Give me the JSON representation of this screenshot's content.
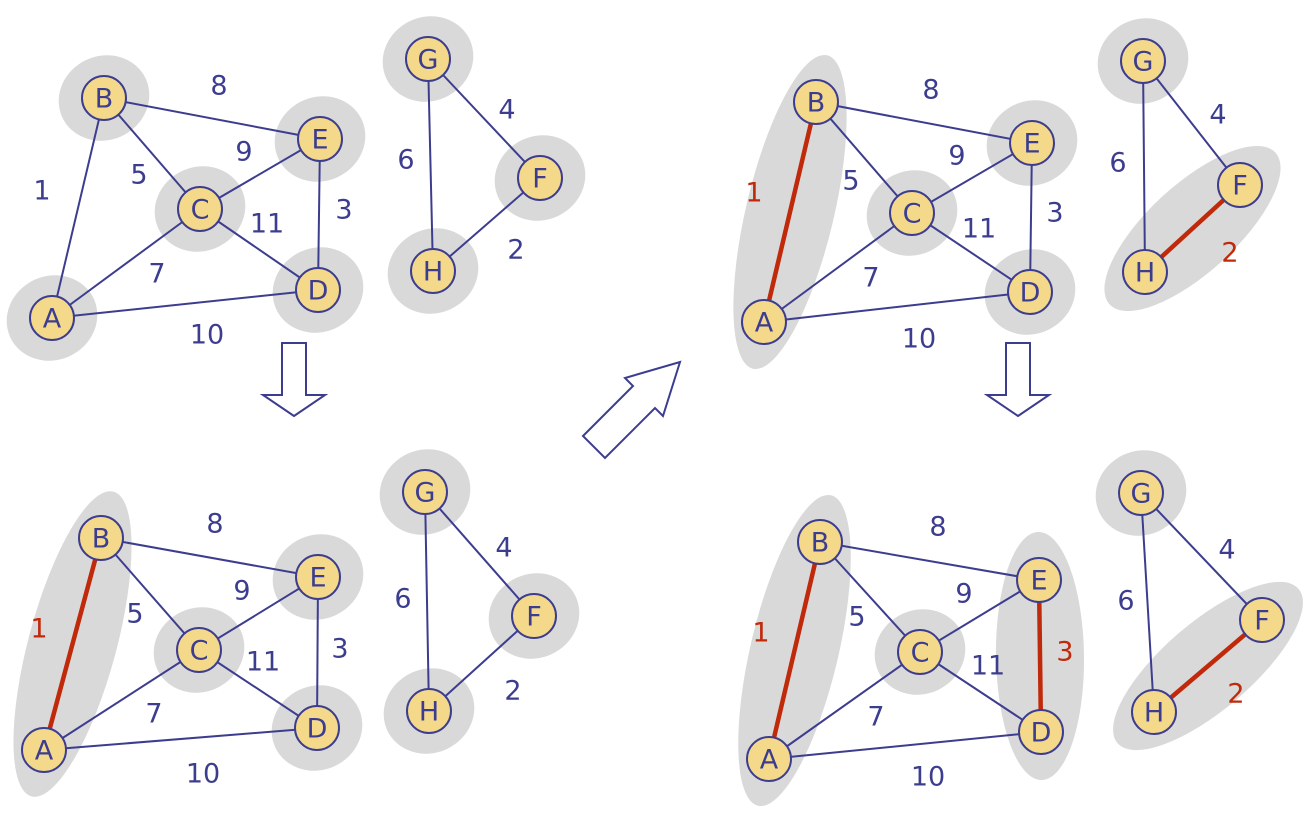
{
  "colors": {
    "node_fill": "#f4d98a",
    "node_stroke": "#3d3d8f",
    "edge": "#3d3d8f",
    "selected_edge": "#c0290a",
    "cluster": "#d9d9d9"
  },
  "panels": [
    {
      "id": "step1",
      "nodes": [
        {
          "id": "A",
          "label": "A"
        },
        {
          "id": "B",
          "label": "B"
        },
        {
          "id": "C",
          "label": "C"
        },
        {
          "id": "D",
          "label": "D"
        },
        {
          "id": "E",
          "label": "E"
        },
        {
          "id": "F",
          "label": "F"
        },
        {
          "id": "G",
          "label": "G"
        },
        {
          "id": "H",
          "label": "H"
        }
      ],
      "edges": [
        {
          "from": "A",
          "to": "B",
          "weight": "1",
          "selected": false
        },
        {
          "from": "B",
          "to": "E",
          "weight": "8",
          "selected": false
        },
        {
          "from": "B",
          "to": "C",
          "weight": "5",
          "selected": false
        },
        {
          "from": "C",
          "to": "E",
          "weight": "9",
          "selected": false
        },
        {
          "from": "E",
          "to": "D",
          "weight": "3",
          "selected": false
        },
        {
          "from": "C",
          "to": "D",
          "weight": "11",
          "selected": false
        },
        {
          "from": "A",
          "to": "C",
          "weight": "7",
          "selected": false
        },
        {
          "from": "A",
          "to": "D",
          "weight": "10",
          "selected": false
        },
        {
          "from": "G",
          "to": "F",
          "weight": "4",
          "selected": false
        },
        {
          "from": "G",
          "to": "H",
          "weight": "6",
          "selected": false
        },
        {
          "from": "F",
          "to": "H",
          "weight": "2",
          "selected": false
        }
      ],
      "clusters": [
        [
          "A"
        ],
        [
          "B"
        ],
        [
          "C"
        ],
        [
          "D"
        ],
        [
          "E"
        ],
        [
          "F"
        ],
        [
          "G"
        ],
        [
          "H"
        ]
      ]
    },
    {
      "id": "step2",
      "nodes": [
        {
          "id": "A",
          "label": "A"
        },
        {
          "id": "B",
          "label": "B"
        },
        {
          "id": "C",
          "label": "C"
        },
        {
          "id": "D",
          "label": "D"
        },
        {
          "id": "E",
          "label": "E"
        },
        {
          "id": "F",
          "label": "F"
        },
        {
          "id": "G",
          "label": "G"
        },
        {
          "id": "H",
          "label": "H"
        }
      ],
      "edges": [
        {
          "from": "A",
          "to": "B",
          "weight": "1",
          "selected": true
        },
        {
          "from": "B",
          "to": "E",
          "weight": "8",
          "selected": false
        },
        {
          "from": "B",
          "to": "C",
          "weight": "5",
          "selected": false
        },
        {
          "from": "C",
          "to": "E",
          "weight": "9",
          "selected": false
        },
        {
          "from": "E",
          "to": "D",
          "weight": "3",
          "selected": false
        },
        {
          "from": "C",
          "to": "D",
          "weight": "11",
          "selected": false
        },
        {
          "from": "A",
          "to": "C",
          "weight": "7",
          "selected": false
        },
        {
          "from": "A",
          "to": "D",
          "weight": "10",
          "selected": false
        },
        {
          "from": "G",
          "to": "F",
          "weight": "4",
          "selected": false
        },
        {
          "from": "G",
          "to": "H",
          "weight": "6",
          "selected": false
        },
        {
          "from": "F",
          "to": "H",
          "weight": "2",
          "selected": false
        }
      ],
      "clusters": [
        [
          "A",
          "B"
        ],
        [
          "C"
        ],
        [
          "D"
        ],
        [
          "E"
        ],
        [
          "F"
        ],
        [
          "G"
        ],
        [
          "H"
        ]
      ]
    },
    {
      "id": "step3",
      "nodes": [
        {
          "id": "A",
          "label": "A"
        },
        {
          "id": "B",
          "label": "B"
        },
        {
          "id": "C",
          "label": "C"
        },
        {
          "id": "D",
          "label": "D"
        },
        {
          "id": "E",
          "label": "E"
        },
        {
          "id": "F",
          "label": "F"
        },
        {
          "id": "G",
          "label": "G"
        },
        {
          "id": "H",
          "label": "H"
        }
      ],
      "edges": [
        {
          "from": "A",
          "to": "B",
          "weight": "1",
          "selected": true
        },
        {
          "from": "B",
          "to": "E",
          "weight": "8",
          "selected": false
        },
        {
          "from": "B",
          "to": "C",
          "weight": "5",
          "selected": false
        },
        {
          "from": "C",
          "to": "E",
          "weight": "9",
          "selected": false
        },
        {
          "from": "E",
          "to": "D",
          "weight": "3",
          "selected": false
        },
        {
          "from": "C",
          "to": "D",
          "weight": "11",
          "selected": false
        },
        {
          "from": "A",
          "to": "C",
          "weight": "7",
          "selected": false
        },
        {
          "from": "A",
          "to": "D",
          "weight": "10",
          "selected": false
        },
        {
          "from": "G",
          "to": "F",
          "weight": "4",
          "selected": false
        },
        {
          "from": "G",
          "to": "H",
          "weight": "6",
          "selected": false
        },
        {
          "from": "F",
          "to": "H",
          "weight": "2",
          "selected": true
        }
      ],
      "clusters": [
        [
          "A",
          "B"
        ],
        [
          "C"
        ],
        [
          "D"
        ],
        [
          "E"
        ],
        [
          "F",
          "H"
        ],
        [
          "G"
        ]
      ]
    },
    {
      "id": "step4",
      "nodes": [
        {
          "id": "A",
          "label": "A"
        },
        {
          "id": "B",
          "label": "B"
        },
        {
          "id": "C",
          "label": "C"
        },
        {
          "id": "D",
          "label": "D"
        },
        {
          "id": "E",
          "label": "E"
        },
        {
          "id": "F",
          "label": "F"
        },
        {
          "id": "G",
          "label": "G"
        },
        {
          "id": "H",
          "label": "H"
        }
      ],
      "edges": [
        {
          "from": "A",
          "to": "B",
          "weight": "1",
          "selected": true
        },
        {
          "from": "B",
          "to": "E",
          "weight": "8",
          "selected": false
        },
        {
          "from": "B",
          "to": "C",
          "weight": "5",
          "selected": false
        },
        {
          "from": "C",
          "to": "E",
          "weight": "9",
          "selected": false
        },
        {
          "from": "E",
          "to": "D",
          "weight": "3",
          "selected": true
        },
        {
          "from": "C",
          "to": "D",
          "weight": "11",
          "selected": false
        },
        {
          "from": "A",
          "to": "C",
          "weight": "7",
          "selected": false
        },
        {
          "from": "A",
          "to": "D",
          "weight": "10",
          "selected": false
        },
        {
          "from": "G",
          "to": "F",
          "weight": "4",
          "selected": false
        },
        {
          "from": "G",
          "to": "H",
          "weight": "6",
          "selected": false
        },
        {
          "from": "F",
          "to": "H",
          "weight": "2",
          "selected": true
        }
      ],
      "clusters": [
        [
          "A",
          "B"
        ],
        [
          "C"
        ],
        [
          "D",
          "E"
        ],
        [
          "F",
          "H"
        ],
        [
          "G"
        ]
      ]
    }
  ]
}
